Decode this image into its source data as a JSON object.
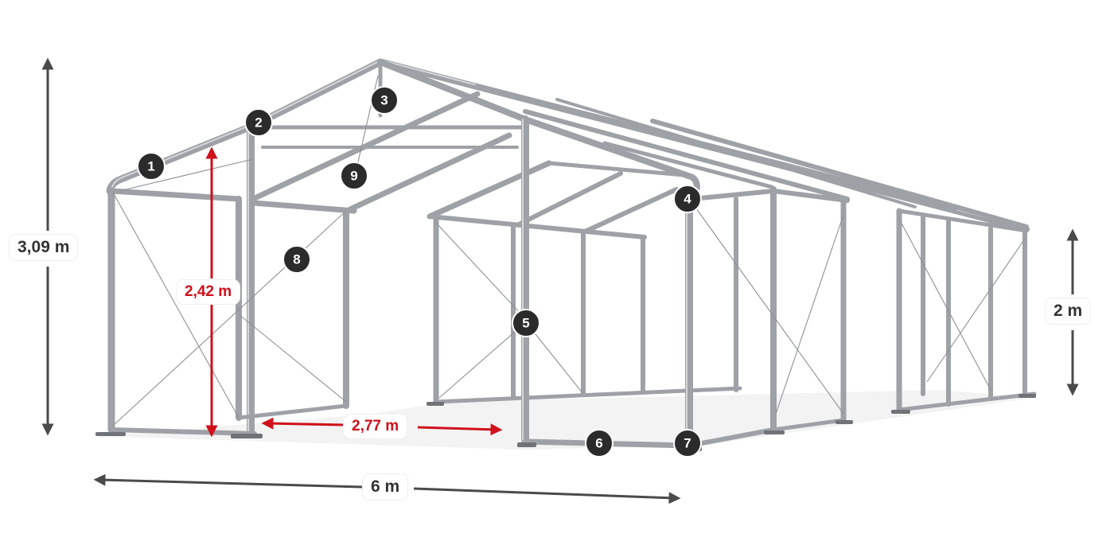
{
  "dimensions": {
    "total_height": "3,09 m",
    "side_height_label": "2,42 m",
    "bay_spacing": "2,77 m",
    "width": "6 m",
    "wall_height": "2 m"
  },
  "parts": [
    "1",
    "2",
    "3",
    "4",
    "5",
    "6",
    "7",
    "8",
    "9"
  ],
  "colors": {
    "frame": "#9ea1a6",
    "dimension_dark": "#4a4a4a",
    "dimension_red": "#d0101b",
    "badge": "#2b2b2b"
  }
}
